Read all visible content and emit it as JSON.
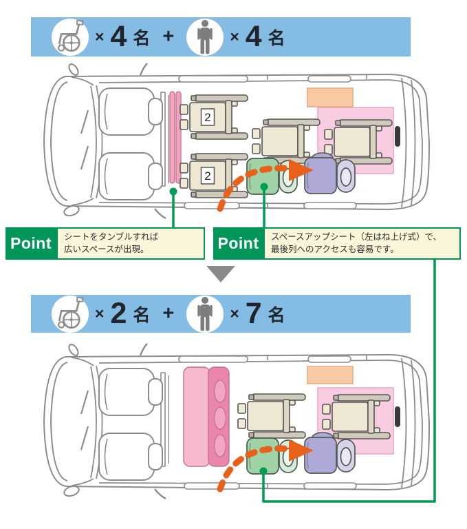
{
  "banners": [
    {
      "wheelchair_count": "4",
      "person_count": "4",
      "times": "×",
      "unit": "名",
      "plus": "+"
    },
    {
      "wheelchair_count": "2",
      "person_count": "7",
      "times": "×",
      "unit": "名",
      "plus": "+"
    }
  ],
  "callouts": [
    {
      "label": "Point",
      "text": "シートをタンブルすれば\n広いスペースが出現。"
    },
    {
      "label": "Point",
      "text": "スペースアップシート（左はね上げ式）で、\n最後列へのアクセスも容易です。"
    }
  ],
  "vans": {
    "top": {
      "wheelchair_badge": "2"
    }
  },
  "icons": {
    "banner_left": "wheelchair-icon",
    "banner_right": "person-icon",
    "between_sections": "down-arrow-icon"
  },
  "colors": {
    "banner_blue": "#85BCE4",
    "point_green": "#009659",
    "callout_cream": "#FAF6DA",
    "tumble_seat_pink": "#F2A3C0",
    "bench_back_pink": "#E986AC",
    "bench_seat_pink": "#F6B9CE",
    "highlight_zone_pink": "#F7C3DC",
    "luggage_area_orange": "#F8C9A2",
    "space_up_seat_green": "#9FD3A6",
    "jump_seat_purple": "#AFA9D8",
    "arrow_orange": "#E8611A",
    "connector_green": "#009B55",
    "line_art_gray": "#8b8b8b",
    "down_arrow_gray": "#8a8a8a"
  }
}
